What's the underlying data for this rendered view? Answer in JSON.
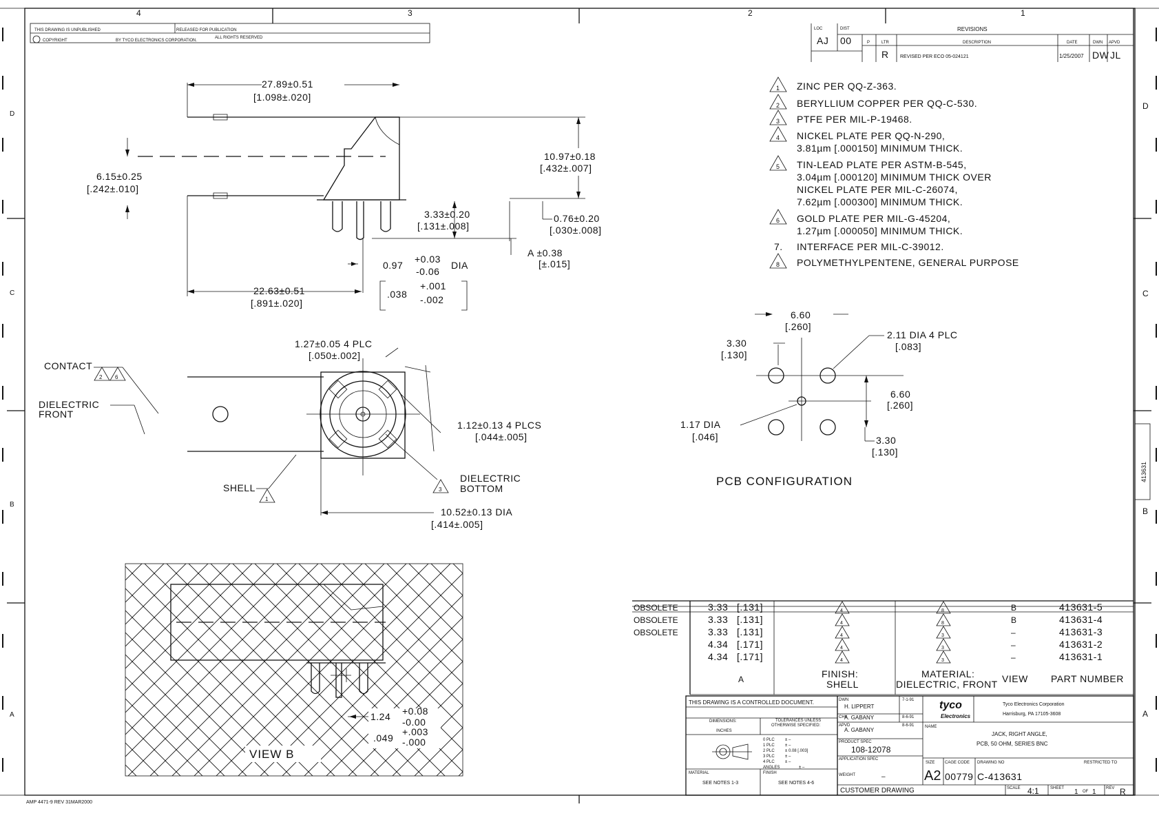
{
  "zones": {
    "cols": [
      "4",
      "3",
      "2",
      "1"
    ],
    "rows_right": [
      "D",
      "C",
      "B",
      "A"
    ],
    "rows_left": [
      "D",
      "C",
      "B",
      "A"
    ]
  },
  "top_block": {
    "unpublished": "THIS DRAWING IS UNPUBLISHED",
    "released": "RELEASED FOR PUBLICATION",
    "copyright": "COPYRIGHT",
    "by": "BY TYCO ELECTRONICS CORPORATION.",
    "rights": "ALL RIGHTS RESERVED"
  },
  "revisions": {
    "title": "REVISIONS",
    "loc_label": "LOC",
    "dist_label": "DIST",
    "loc": "AJ",
    "dist": "00",
    "p_label": "P",
    "ltr_label": "LTR",
    "desc_label": "DESCRIPTION",
    "date_label": "DATE",
    "dwn_label": "DWN",
    "apvd_label": "APVD",
    "ltr": "R",
    "desc": "REVISED PER ECO 05-024121",
    "date": "1/25/2007",
    "dwn": "DW",
    "apvd": "JL"
  },
  "notes": [
    {
      "flag": "1",
      "text": "ZINC PER QQ-Z-363."
    },
    {
      "flag": "2",
      "text": "BERYLLIUM COPPER PER QQ-C-530."
    },
    {
      "flag": "3",
      "text": "PTFE PER MIL-P-19468."
    },
    {
      "flag": "4",
      "text": "NICKEL PLATE PER QQ-N-290,"
    },
    {
      "flag": "",
      "text": "3.81µm [.000150] MINIMUM THICK."
    },
    {
      "flag": "5",
      "text": "TIN-LEAD PLATE PER ASTM-B-545,"
    },
    {
      "flag": "",
      "text": "3.04µm [.000120] MINIMUM THICK OVER"
    },
    {
      "flag": "",
      "text": "NICKEL PLATE PER MIL-C-26074,"
    },
    {
      "flag": "",
      "text": "7.62µm [.000300] MINIMUM THICK."
    },
    {
      "flag": "6",
      "text": "GOLD PLATE PER MIL-G-45204,"
    },
    {
      "flag": "",
      "text": "1.27µm [.000050] MINIMUM THICK."
    },
    {
      "flag": "7.",
      "text": "INTERFACE PER MIL-C-39012."
    },
    {
      "flag": "8",
      "text": "POLYMETHYLPENTENE, GENERAL PURPOSE"
    }
  ],
  "side_view": {
    "overall": "27.89±0.51",
    "overall_in": "[1.098±.020]",
    "height": "10.97±0.18",
    "height_in": "[.432±.007]",
    "center": "6.15±0.25",
    "center_in": "[.242±.010]",
    "pin": "3.33±0.20",
    "pin_in": "[.131±.008]",
    "tail": "0.76±0.20",
    "tail_in": "[.030±.008]",
    "a_dim": "A ±0.38",
    "a_dim_in": "[±.015]",
    "dia": "0.97",
    "dia_plus": "+0.03",
    "dia_minus": "-0.06",
    "dia_label": "DIA",
    "dia_in": ".038",
    "dia_in_plus": "+.001",
    "dia_in_minus": "-.002",
    "setback": "22.63±0.51",
    "setback_in": "[.891±.020]"
  },
  "front_view": {
    "contact": "CONTACT",
    "contact_flags": [
      "2",
      "6"
    ],
    "dielectric_front": "DIELECTRIC",
    "dielectric_front_2": "FRONT",
    "shell": "SHELL",
    "shell_flag": "1",
    "dielectric_bottom": "DIELECTRIC",
    "dielectric_bottom_2": "BOTTOM",
    "bottom_flag": "3",
    "slot": "1.27±0.05 4 PLC",
    "slot_in": "[.050±.002]",
    "key": "1.12±0.13 4 PLCS",
    "key_in": "[.044±.005]",
    "od": "10.52±0.13 DIA",
    "od_in": "[.414±.005]"
  },
  "pcb": {
    "title": "PCB CONFIGURATION",
    "w": "6.60",
    "w_in": "[.260]",
    "half": "3.30",
    "half_in": "[.130]",
    "hole": "2.11 DIA 4 PLC",
    "hole_in": "[.083]",
    "h": "6.60",
    "h_in": "[.260]",
    "half_b": "3.30",
    "half_b_in": "[.130]",
    "center_hole": "1.17 DIA",
    "center_hole_in": "[.046]"
  },
  "view_b": {
    "label": "VIEW B",
    "dim": "1.24",
    "plus": "+0.08",
    "minus": "-0.00",
    "dim_in": ".049",
    "plus_in": "+.003",
    "minus_in": "-.000"
  },
  "parts_table": {
    "rows": [
      {
        "status": "OBSOLETE",
        "a": "3.33",
        "a_in": "[.131]",
        "finish": "4",
        "material": "8",
        "view": "B",
        "part": "413631-5"
      },
      {
        "status": "OBSOLETE",
        "a": "3.33",
        "a_in": "[.131]",
        "finish": "4",
        "material": "8",
        "view": "B",
        "part": "413631-4"
      },
      {
        "status": "OBSOLETE",
        "a": "3.33",
        "a_in": "[.131]",
        "finish": "4",
        "material": "3",
        "view": "–",
        "part": "413631-3"
      },
      {
        "status": "",
        "a": "4.34",
        "a_in": "[.171]",
        "finish": "4",
        "material": "3",
        "view": "–",
        "part": "413631-2"
      },
      {
        "status": "",
        "a": "4.34",
        "a_in": "[.171]",
        "finish": "4",
        "material": "3",
        "view": "–",
        "part": "413631-1"
      }
    ],
    "col_a": "A",
    "col_finish": "FINISH:",
    "col_finish_2": "SHELL",
    "col_material": "MATERIAL:",
    "col_material_2": "DIELECTRIC, FRONT",
    "col_view": "VIEW",
    "col_part": "PART NUMBER"
  },
  "title_block": {
    "controlled": "THIS DRAWING IS A CONTROLLED DOCUMENT.",
    "dimensions": "DIMENSIONS:",
    "units": "INCHES",
    "tolerances": "TOLERANCES UNLESS",
    "tolerances_2": "OTHERWISE SPECIFIED:",
    "plc": [
      "0 PLC",
      "1 PLC",
      "2 PLC",
      "3 PLC",
      "4 PLC",
      "ANGLES"
    ],
    "plc_val": [
      "± –",
      "± –",
      "± 0.08 [.003]",
      "± –",
      "± –",
      "± –"
    ],
    "material": "MATERIAL",
    "material_v": "SEE NOTES 1-3",
    "finish": "FINISH",
    "finish_v": "SEE NOTES 4-6",
    "dwn": "DWN",
    "dwn_name": "H. LIPPERT",
    "dwn_date": "7-1-91",
    "chk": "CHK",
    "chk_name": "A. GABANY",
    "chk_date": "8-6-91",
    "appd": "APVD",
    "appd_name": "A. GABANY",
    "appd_date": "8-6-91",
    "product_spec": "PRODUCT SPEC",
    "product_spec_v": "108-12078",
    "app_spec": "APPLICATION SPEC",
    "weight": "WEIGHT",
    "weight_v": "–",
    "customer": "CUSTOMER DRAWING",
    "brand": "tyco",
    "brand_sub": "Electronics",
    "company": "Tyco Electronics Corporation",
    "address": "Harrisburg, PA 17105-3608",
    "name_label": "NAME",
    "name_1": "JACK, RIGHT ANGLE,",
    "name_2": "PCB, 50 OHM, SERIES BNC",
    "size_label": "SIZE",
    "size": "A2",
    "cage_label": "CAGE CODE",
    "cage": "00779",
    "dwg_label": "DRAWING NO",
    "dwg": "C-413631",
    "restricted": "RESTRICTED TO",
    "scale_label": "SCALE",
    "scale": "4:1",
    "sheet_label": "SHEET",
    "sheet": "1",
    "of": "OF",
    "of_n": "1",
    "rev_label": "REV",
    "rev": "R"
  },
  "side_tab": "413631",
  "footer": "AMP 4471-9 REV 31MAR2000"
}
